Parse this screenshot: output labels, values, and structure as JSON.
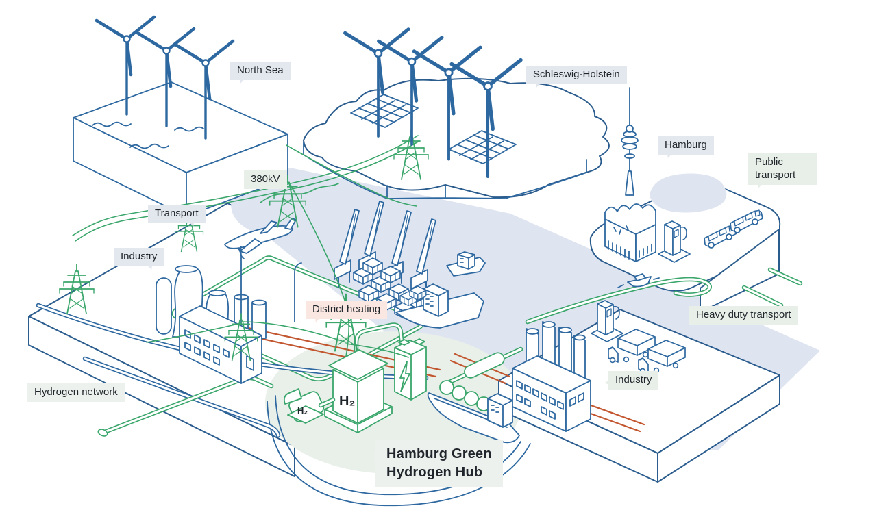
{
  "title": "Hamburg Green Hydrogen Hub infographic",
  "labels": {
    "north_sea": "North Sea",
    "schleswig_holstein": "Schleswig-Holstein",
    "hamburg": "Hamburg",
    "public_transport": "Public transport",
    "voltage": "380kV",
    "transport": "Transport",
    "industry_left": "Industry",
    "district_heating": "District heating",
    "heavy_duty_transport": "Heavy duty transport",
    "industry_right": "Industry",
    "hydrogen_network": "Hydrogen network",
    "hub_title_line1": "Hamburg Green",
    "hub_title_line2": "Hydrogen Hub",
    "h2_large": "H₂",
    "h2_small": "H₂"
  },
  "palette": {
    "line_blue": "#2e68a0",
    "line_blue_dark": "#2b5c8e",
    "line_green": "#3aa66b",
    "line_red": "#c2562f",
    "water_fill": "#dfe4f1",
    "hub_fill": "#e9efe9",
    "bubble_gray": "#e3e7ee",
    "bubble_green": "#e7efe8",
    "bubble_pink": "#fbe7e1",
    "bubble_pale": "#edf1ee",
    "text": "#20262b",
    "background": "#ffffff"
  },
  "illustration": {
    "offshore_wind_turbines": 3,
    "onshore_wind_turbines": 4,
    "solar_arrays": 2,
    "port_cranes": 4,
    "container_boxes": 12,
    "buses": 2,
    "trucks": 2,
    "vessels": 4,
    "hydrogen_fuel_stations": 2,
    "electricity_pylons": 6,
    "electrolyser_units": 2,
    "battery_units": 1
  }
}
